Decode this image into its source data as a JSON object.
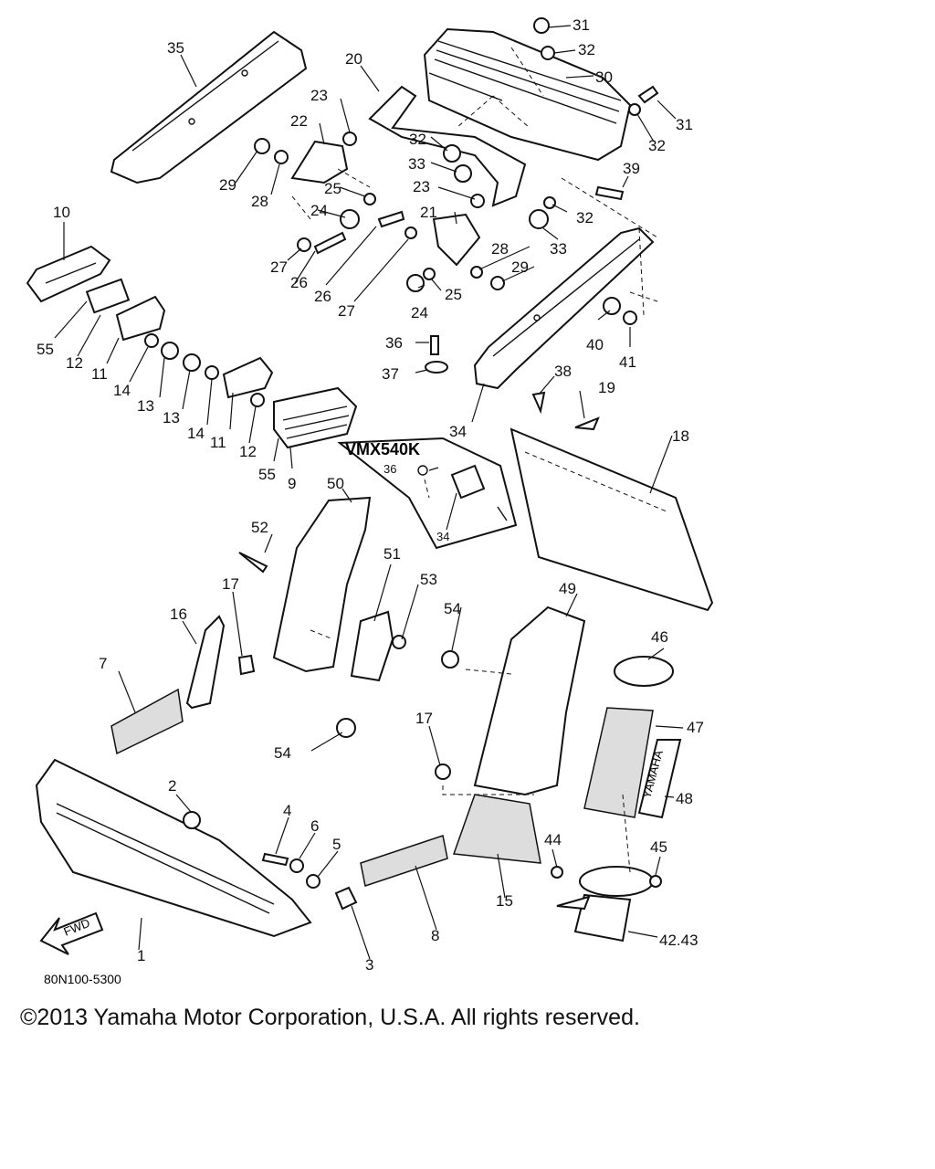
{
  "diagram": {
    "inset_title": "VMX540K",
    "drawing_code": "80N100-5300",
    "fwd_label": "FWD",
    "decal_text": "YAMAHA",
    "callouts": {
      "c1": "1",
      "c2": "2",
      "c3": "3",
      "c4": "4",
      "c5": "5",
      "c6": "6",
      "c7": "7",
      "c8": "8",
      "c9": "9",
      "c10": "10",
      "c11a": "11",
      "c11b": "11",
      "c12a": "12",
      "c12b": "12",
      "c13a": "13",
      "c13b": "13",
      "c14a": "14",
      "c14b": "14",
      "c15": "15",
      "c16": "16",
      "c17a": "17",
      "c17b": "17",
      "c18": "18",
      "c19": "19",
      "c20": "20",
      "c21": "21",
      "c22": "22",
      "c23a": "23",
      "c23b": "23",
      "c24a": "24",
      "c24b": "24",
      "c25a": "25",
      "c25b": "25",
      "c26a": "26",
      "c26b": "26",
      "c27a": "27",
      "c27b": "27",
      "c28a": "28",
      "c28b": "28",
      "c29a": "29",
      "c29b": "29",
      "c30": "30",
      "c31a": "31",
      "c31b": "31",
      "c32a": "32",
      "c32b": "32",
      "c32c": "32",
      "c32d": "32",
      "c33a": "33",
      "c33b": "33",
      "c34a": "34",
      "c34b": "34",
      "c35": "35",
      "c36a": "36",
      "c36b": "36",
      "c37": "37",
      "c38": "38",
      "c39": "39",
      "c40": "40",
      "c41": "41",
      "c42": "42.43",
      "c44": "44",
      "c45": "45",
      "c46": "46",
      "c47": "47",
      "c48": "48",
      "c49": "49",
      "c50": "50",
      "c51": "51",
      "c52": "52",
      "c53": "53",
      "c54a": "54",
      "c54b": "54",
      "c55a": "55",
      "c55b": "55"
    }
  },
  "footer": {
    "copyright": "©2013 Yamaha Motor Corporation, U.S.A. All rights reserved."
  }
}
